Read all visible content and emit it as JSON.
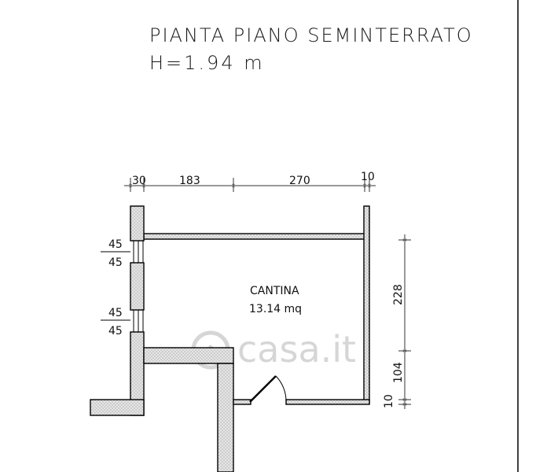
{
  "title": "PIANTA  PIANO  SEMINTERRATO",
  "height_label": "H=1.94  m",
  "top_dimensions": [
    "30",
    "183",
    "270",
    "10"
  ],
  "left_dimensions": [
    "45",
    "45",
    "45",
    "45"
  ],
  "right_dimensions": [
    "228",
    "104",
    "10"
  ],
  "room": {
    "name": "CANTINA",
    "area": "13.14 mq"
  },
  "watermark": "casa.it",
  "colors": {
    "line": "#000000",
    "wall_fill": "#e3e3e3",
    "watermark": "#d6d6d6"
  }
}
